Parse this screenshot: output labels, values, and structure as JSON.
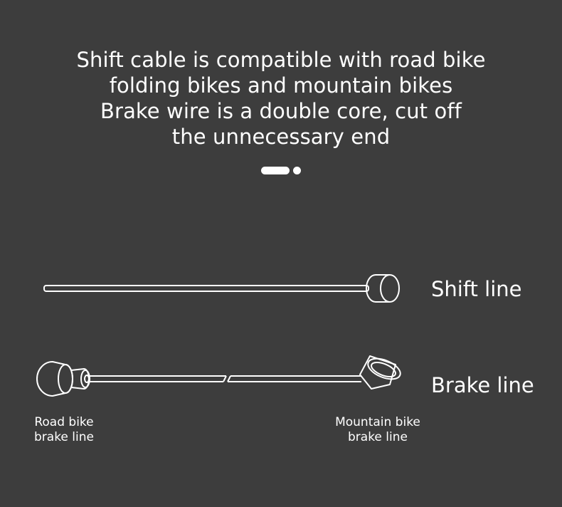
{
  "heading": {
    "lines": [
      "Shift cable is compatible with road bike",
      "folding bikes and mountain bikes",
      "Brake wire is a double core, cut off",
      "the unnecessary end"
    ]
  },
  "labels": {
    "shift_line": "Shift line",
    "brake_line": "Brake line",
    "road_bike": [
      "Road bike",
      "brake line"
    ],
    "mountain_bike": [
      "Mountain bike",
      "brake line"
    ]
  },
  "colors": {
    "background": "#3d3d3d",
    "foreground": "#ffffff"
  }
}
